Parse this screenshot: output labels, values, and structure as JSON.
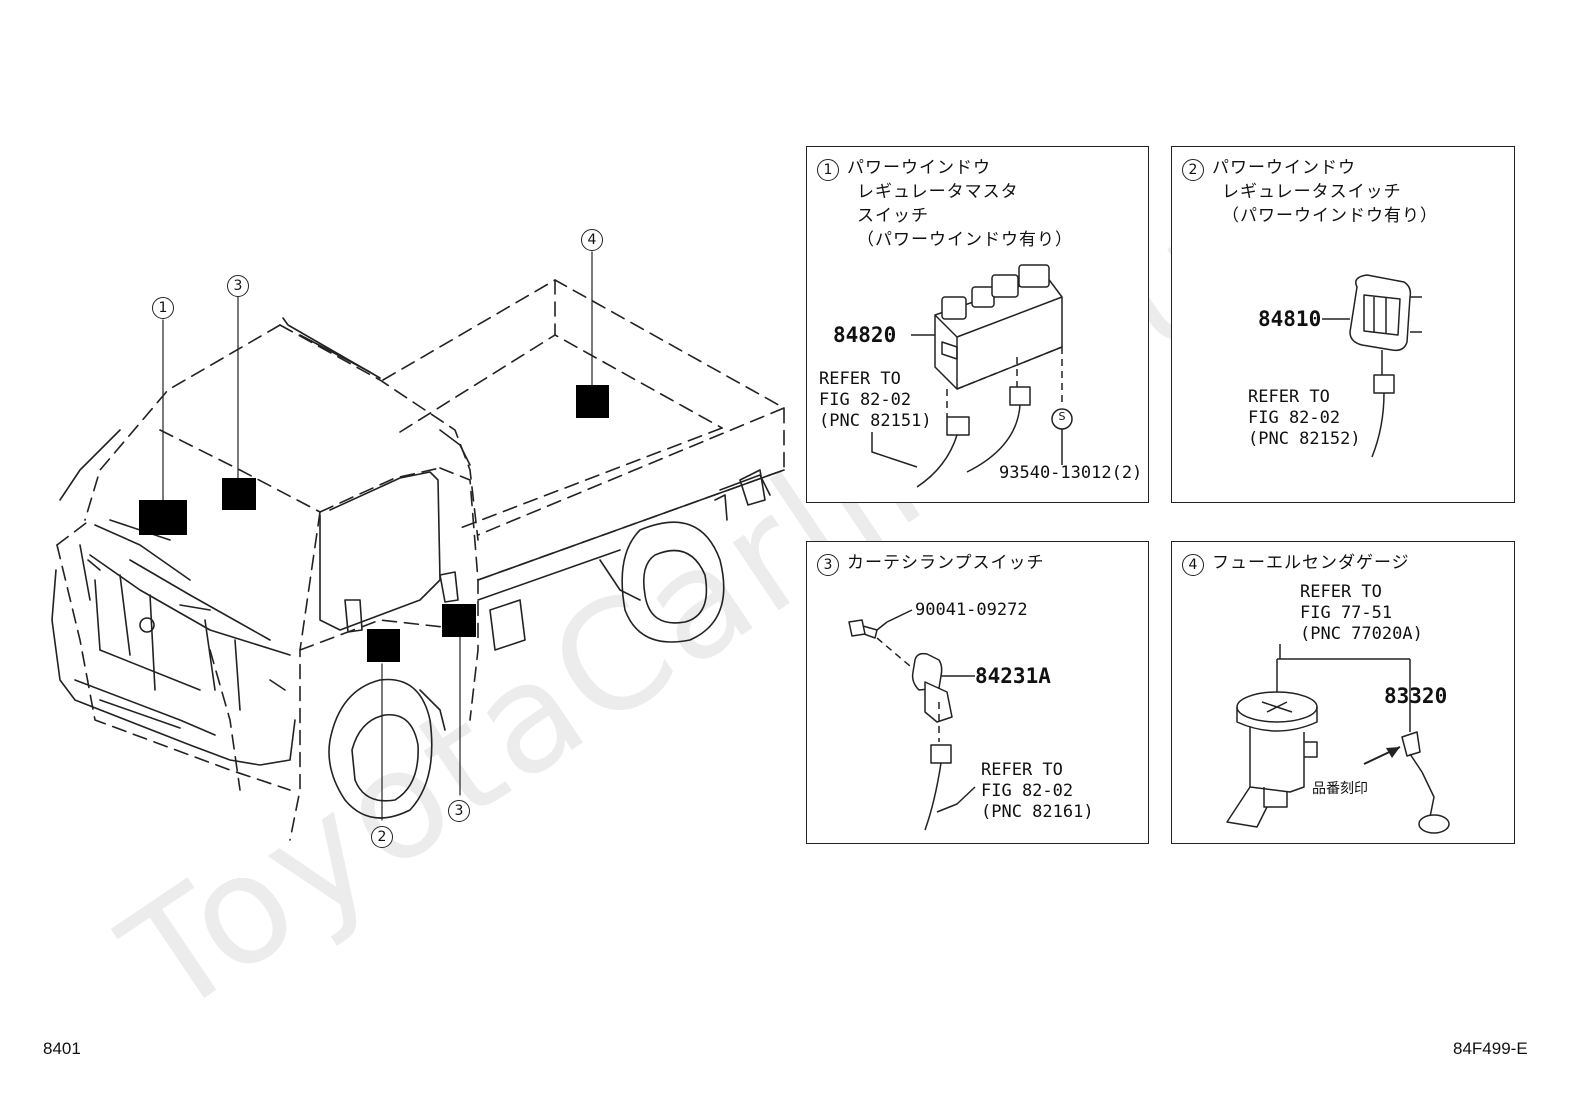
{
  "watermark": "ToyotaCarline.ru",
  "page_code": "8401",
  "figure_code": "84F499-E",
  "callouts": {
    "c1": "1",
    "c2": "2",
    "c3": "3",
    "c4": "4"
  },
  "panels": {
    "p1": {
      "num": "1",
      "title_lines": [
        "パワーウインドウ",
        "レギュレータマスタ",
        "スイッチ",
        "（パワーウインドウ有り）"
      ],
      "part": "84820",
      "refer_lines": [
        "REFER TO",
        "FIG 82-02",
        "(PNC 82151)"
      ],
      "sub_part": "93540-13012(2)",
      "s_mark": "S"
    },
    "p2": {
      "num": "2",
      "title_lines": [
        "パワーウインドウ",
        "レギュレータスイッチ",
        "（パワーウインドウ有り）"
      ],
      "part": "84810",
      "refer_lines": [
        "REFER TO",
        "FIG 82-02",
        "(PNC 82152)"
      ]
    },
    "p3": {
      "num": "3",
      "title": "カーテシランプスイッチ",
      "bolt_part": "90041-09272",
      "part": "84231A",
      "refer_lines": [
        "REFER TO",
        "FIG 82-02",
        "(PNC 82161)"
      ]
    },
    "p4": {
      "num": "4",
      "title": "フューエルセンダゲージ",
      "refer_lines": [
        "REFER TO",
        "FIG 77-51",
        "(PNC 77020A)"
      ],
      "part": "83320",
      "stamp_note": "品番刻印"
    }
  }
}
